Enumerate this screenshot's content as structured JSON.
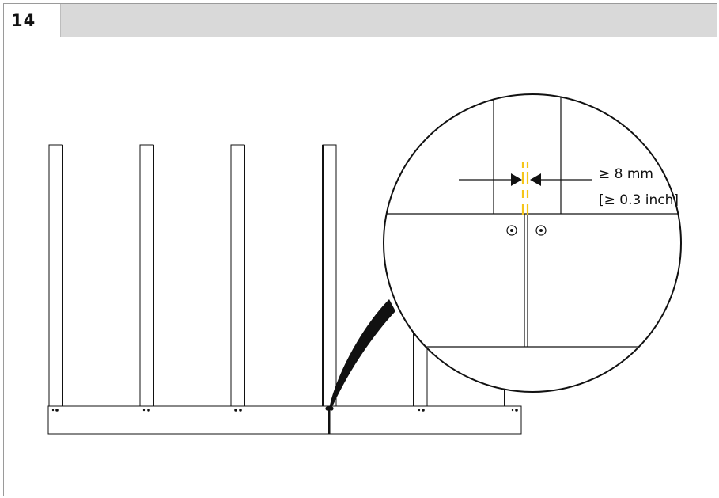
{
  "header": {
    "step_number": "14"
  },
  "diagram": {
    "dimension": {
      "metric_label": "≥ 8 mm",
      "imperial_label": "[≥ 0.3 inch]"
    },
    "colors": {
      "line": "#111111",
      "gap_marker": "#f5c518",
      "header_bar": "#d9d9d9"
    }
  }
}
